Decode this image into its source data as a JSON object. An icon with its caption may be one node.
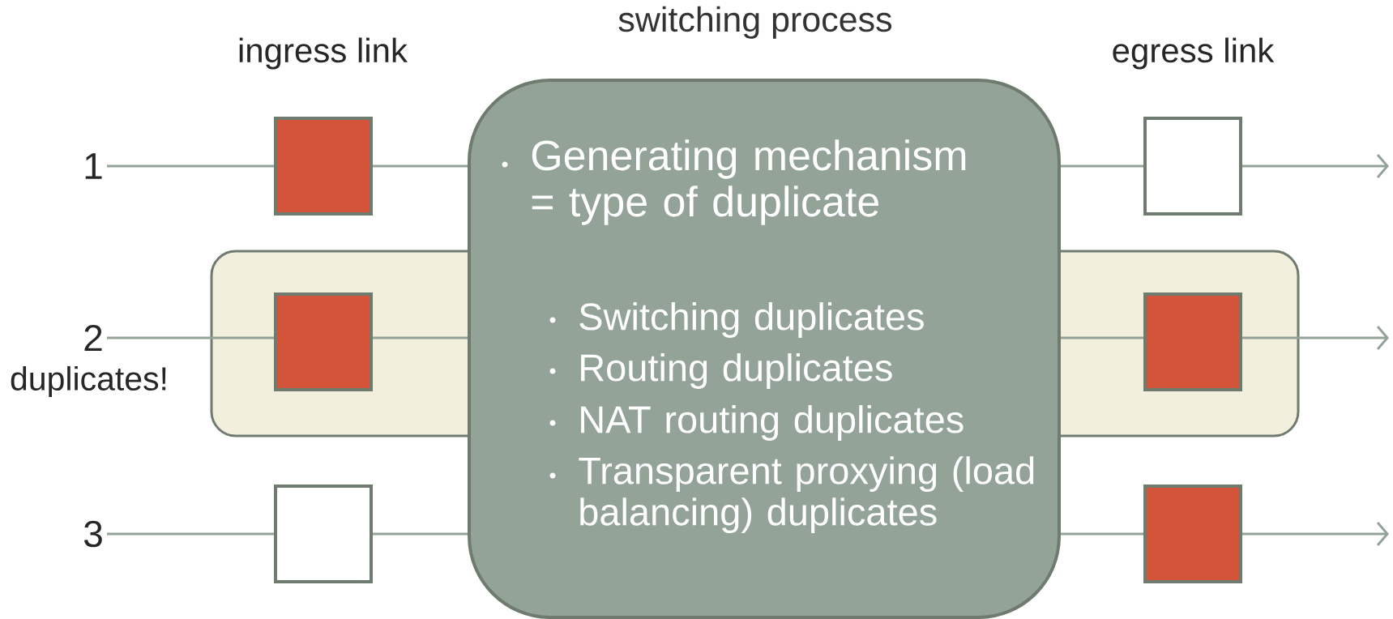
{
  "diagram": {
    "nodes": [
      {
        "text": [
          "switching process",
          "Generating mechanism = type of duplicate",
          "Switching duplicates",
          "Routing duplicates",
          "NAT routing duplicates",
          "Transparent proxying (load balancing) duplicates"
        ]
      },
      {
        "text": [],
        "shape": "box"
      },
      {
        "text": [],
        "shape": "box"
      },
      {
        "text": [
          "1"
        ]
      },
      {
        "text": [],
        "shape": "box"
      },
      {
        "text": [],
        "shape": "box"
      },
      {
        "text": [
          "2"
        ],
        "beside": [
          "duplicates!"
        ]
      },
      {
        "text": [],
        "shape": "box",
        "in": 1
      },
      {
        "text": [],
        "shape": "box",
        "in": 2
      },
      {
        "text": [
          "3"
        ]
      },
      {
        "text": [],
        "shape": "box"
      },
      {
        "text": [],
        "shape": "box"
      }
    ],
    "edges": [
      {
        "from": 3,
        "to": 4,
        "arrow": "none"
      },
      {
        "from": 4,
        "to": 0,
        "arrow": "none"
      },
      {
        "from": 0,
        "to": 5,
        "arrow": "none"
      },
      {
        "from": 5,
        "to": null,
        "arrow": "to"
      },
      {
        "from": 6,
        "to": 7,
        "arrow": "none"
      },
      {
        "from": 7,
        "to": 0,
        "arrow": "none"
      },
      {
        "from": 0,
        "to": 8,
        "arrow": "none"
      },
      {
        "from": 8,
        "to": null,
        "arrow": "to"
      },
      {
        "from": 9,
        "to": 10,
        "arrow": "none"
      },
      {
        "from": 10,
        "to": 0,
        "arrow": "none"
      },
      {
        "from": 0,
        "to": 11,
        "arrow": "none"
      },
      {
        "from": 11,
        "to": null,
        "arrow": "to"
      }
    ],
    "labels": [
      "ingress link",
      "egress link"
    ]
  }
}
